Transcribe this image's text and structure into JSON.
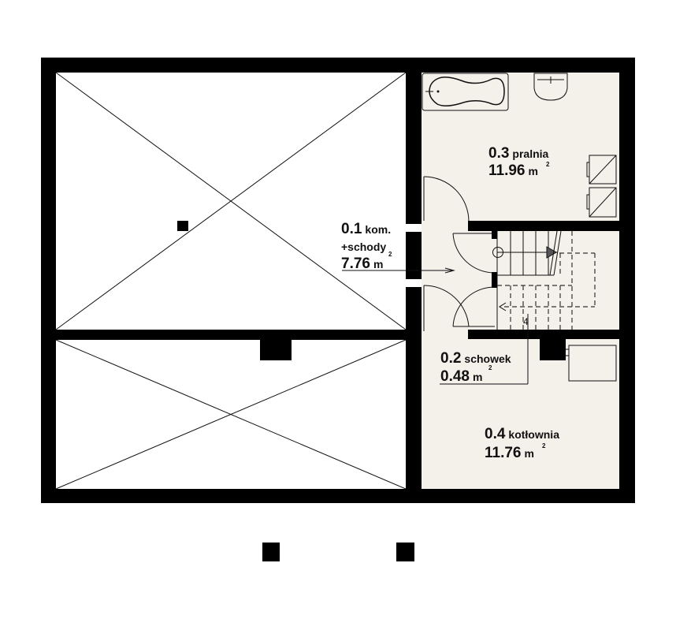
{
  "floor_plan": {
    "colors": {
      "wall": "#000000",
      "room_fill": "#f4f0ea",
      "void_fill": "#ffffff",
      "line": "#111111"
    },
    "rooms": [
      {
        "id": "0.1",
        "number": "0.1",
        "name": "kom.",
        "name2": "+schody",
        "area": "7.76",
        "unit": "m",
        "sup": "2"
      },
      {
        "id": "0.2",
        "number": "0.2",
        "name": "schowek",
        "area": "0.48",
        "unit": "m",
        "sup": "2"
      },
      {
        "id": "0.3",
        "number": "0.3",
        "name": "pralnia",
        "area": "11.96",
        "unit": "m",
        "sup": "2"
      },
      {
        "id": "0.4",
        "number": "0.4",
        "name": "kotłownia",
        "area": "11.76",
        "unit": "m",
        "sup": "2"
      }
    ],
    "stair_annotation": "4",
    "voids": [
      "unexcavated-area-upper",
      "unexcavated-area-lower"
    ],
    "fixtures": [
      "bathtub",
      "washbasin",
      "washing-machine",
      "dryer",
      "boiler"
    ]
  }
}
